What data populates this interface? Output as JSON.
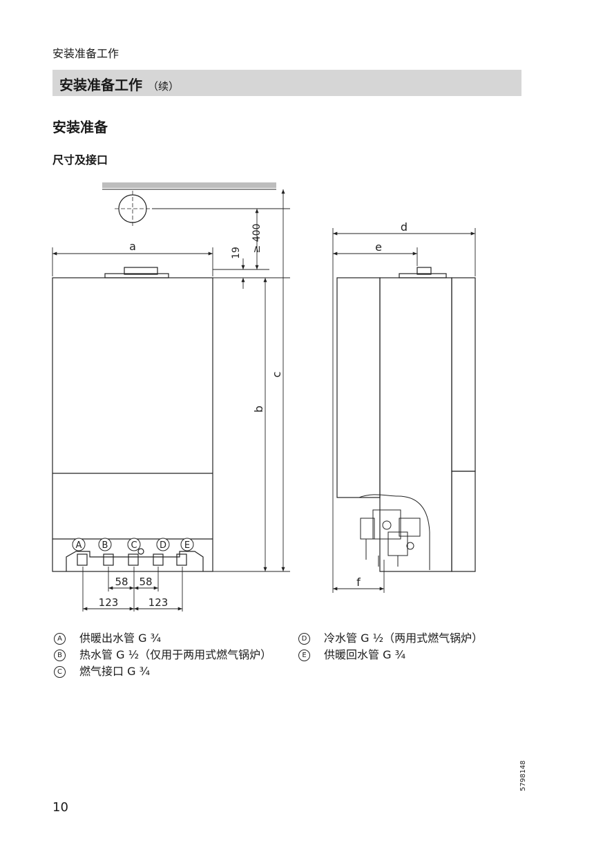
{
  "header": {
    "breadcrumb": "安装准备工作",
    "title": "安装准备工作",
    "title_suffix": "（续）"
  },
  "section": {
    "heading": "安装准备",
    "subheading": "尺寸及接口"
  },
  "drawing": {
    "dimensions": {
      "a": "a",
      "b": "b",
      "c": "c",
      "d": "d",
      "e": "e",
      "f": "f",
      "top_clearance": "19",
      "flue_clearance": "≥ 400",
      "spacing_inner_left": "58",
      "spacing_inner_right": "58",
      "spacing_outer_left": "123",
      "spacing_outer_right": "123"
    },
    "connection_labels": [
      "A",
      "B",
      "C",
      "D",
      "E"
    ]
  },
  "legend": [
    {
      "marker": "A",
      "text": "供暖出水管 G ¾"
    },
    {
      "marker": "B",
      "text": "热水管 G ½（仅用于两用式燃气锅炉）"
    },
    {
      "marker": "C",
      "text": "燃气接口 G ¾"
    },
    {
      "marker": "D",
      "text": "冷水管 G ½（两用式燃气锅炉）"
    },
    {
      "marker": "E",
      "text": "供暖回水管 G ¾"
    }
  ],
  "footer": {
    "page_number": "10",
    "doc_number": "5798148"
  }
}
